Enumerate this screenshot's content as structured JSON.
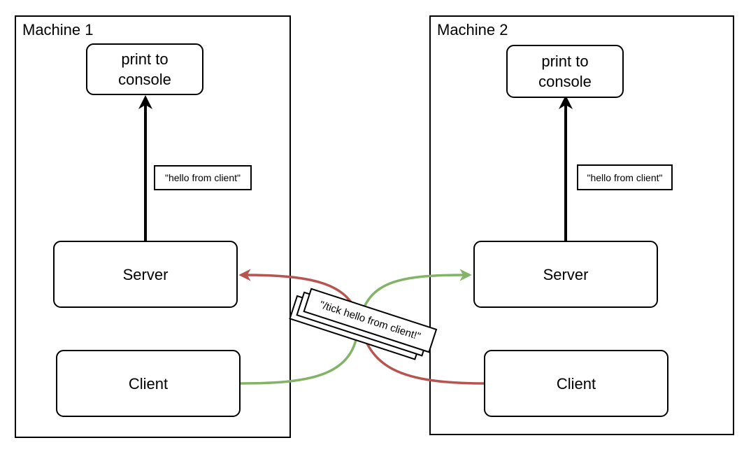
{
  "machines": [
    {
      "title": "Machine 1",
      "output": "print to\nconsole",
      "message": "\"hello from client\"",
      "server": "Server",
      "client": "Client"
    },
    {
      "title": "Machine 2",
      "output": "print to\nconsole",
      "message": "\"hello from client\"",
      "server": "Server",
      "client": "Client"
    }
  ],
  "packet": {
    "text": "\"/tick hello from client!\""
  },
  "colors": {
    "red_connection": "#b85450",
    "green_connection": "#82b366",
    "stroke": "#000000"
  }
}
